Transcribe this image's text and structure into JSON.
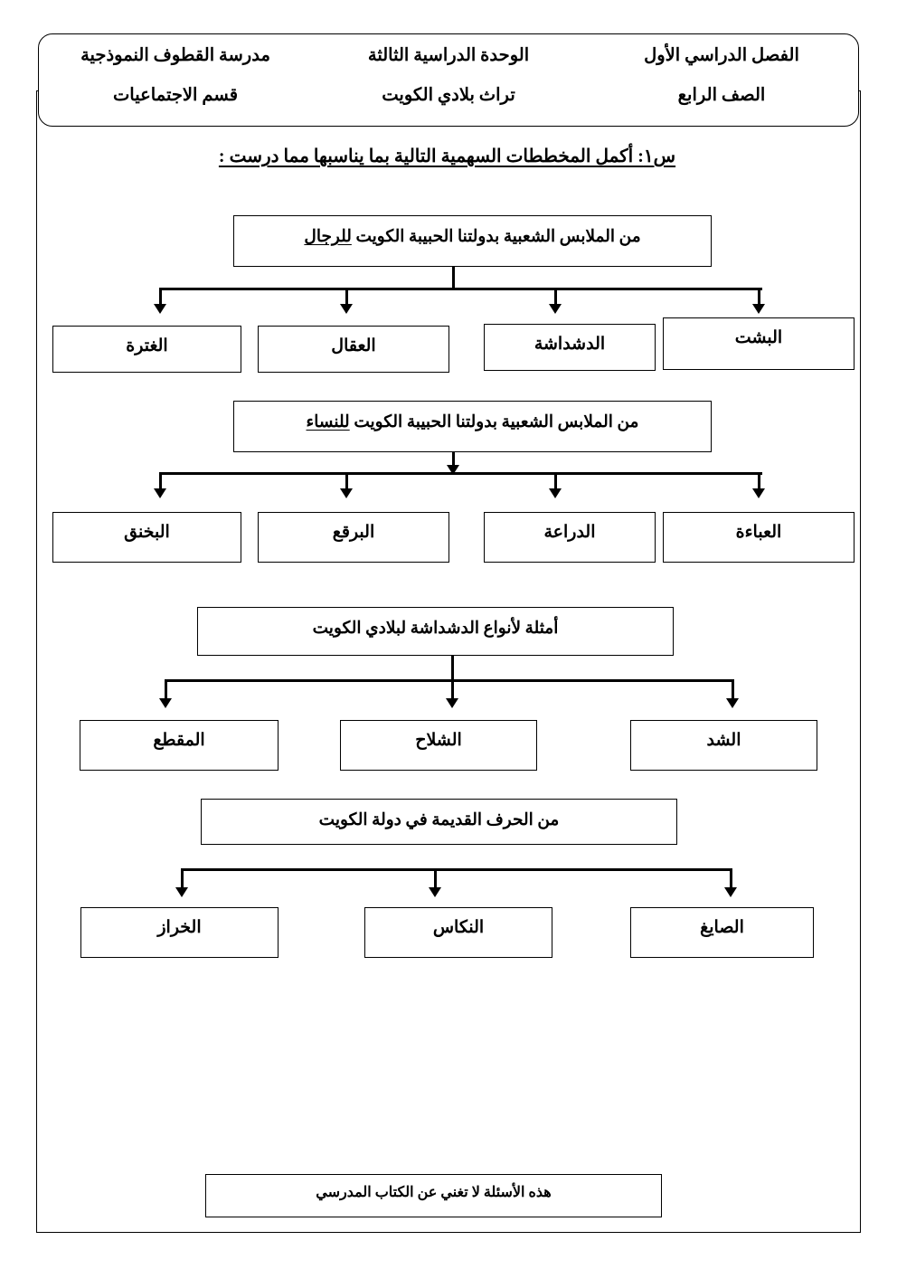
{
  "header": {
    "row1": [
      "مدرسة القطوف النموذجية",
      "الوحدة الدراسية الثالثة",
      "الفصل الدراسي الأول"
    ],
    "row2": [
      "قسم الاجتماعيات",
      "تراث بلادي الكويت",
      "الصف الرابع"
    ]
  },
  "question": {
    "text": "س١: أكمل المخططات السهمية التالية بما يناسبها مما درست :"
  },
  "diagrams": [
    {
      "parent_main": "من الملابس الشعبية بدولتنا الحبيبة الكويت ",
      "parent_underlined": "للرجال",
      "children": [
        "البشت",
        "الدشداشة",
        "العقال",
        "الغترة"
      ]
    },
    {
      "parent_main": "من الملابس الشعبية بدولتنا الحبيبة الكويت ",
      "parent_underlined": "للنساء",
      "children": [
        "العباءة",
        "الدراعة",
        "البرقع",
        "البخنق"
      ]
    },
    {
      "parent_main": "أمثلة لأنواع الدشداشة لبلادي الكويت",
      "parent_underlined": "",
      "children": [
        "الشد",
        "الشلاح",
        "المقطع"
      ]
    },
    {
      "parent_main": "من الحرف القديمة في دولة الكويت",
      "parent_underlined": "",
      "children": [
        "الصايغ",
        "النكاس",
        "الخراز"
      ]
    }
  ],
  "footer": {
    "note": "هذه الأسئلة لا تغني عن الكتاب المدرسي"
  },
  "colors": {
    "ink": "#000000",
    "paper": "#ffffff"
  }
}
